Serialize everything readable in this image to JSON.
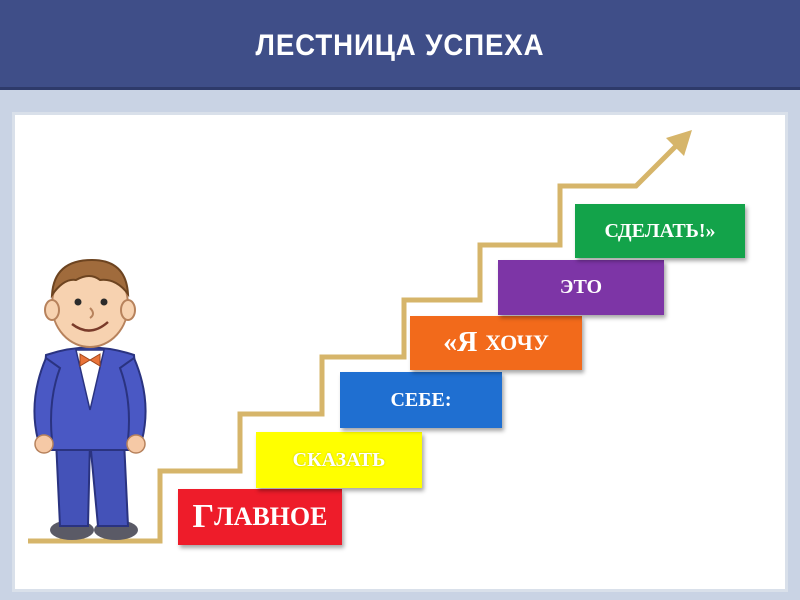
{
  "header": {
    "title": "ЛЕСТНИЦА УСПЕХА"
  },
  "steps": [
    {
      "first_letter": "Г",
      "rest": "ЛАВНОЕ",
      "color": "#ee1c2a"
    },
    {
      "text": "СКАЗАТЬ",
      "color": "#ffff00"
    },
    {
      "text": "СЕБЕ:",
      "color": "#1f6fd1"
    },
    {
      "first_part": "«Я",
      "second_part": "ХОЧУ",
      "color": "#f26a1b"
    },
    {
      "text": "ЭТО",
      "color": "#7d35a6"
    },
    {
      "text": "СДЕЛАТЬ!»",
      "color": "#13a34a"
    }
  ],
  "colors": {
    "header_bg": "#3f4e88",
    "stair_line": "#d6b56a",
    "suit": "#4452b8"
  },
  "illustration": {
    "figure": "boy-in-suit-icon",
    "line": "ascending-stair-arrow-icon"
  }
}
